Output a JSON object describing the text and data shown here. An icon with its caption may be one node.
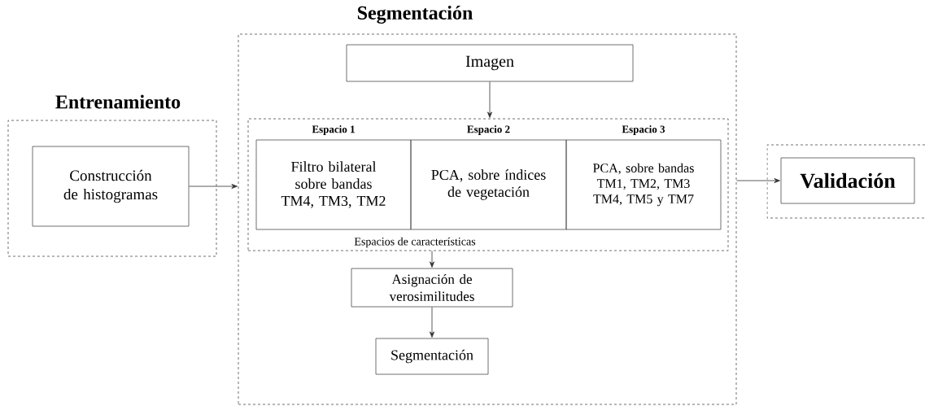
{
  "diagram": {
    "nodes": [
      {
        "text": [
          "Entrenamiento"
        ]
      },
      {
        "text": [
          "Construcción de histogramas"
        ],
        "in": 0
      },
      {
        "text": [
          "Segmentación"
        ]
      },
      {
        "text": [
          "Imagen"
        ],
        "in": 2
      },
      {
        "text": [
          "Espacios de características"
        ],
        "in": 2
      },
      {
        "text": [
          "Espacio 1",
          "Filtro bilateral sobre bandas TM4, TM3, TM2"
        ],
        "in": 4
      },
      {
        "text": [
          "Espacio 2",
          "PCA, sobre índices de vegetación"
        ],
        "in": 4
      },
      {
        "text": [
          "Espacio 3",
          "PCA, sobre bandas TM1, TM2, TM3 TM4, TM5 y TM7"
        ],
        "in": 4
      },
      {
        "text": [
          "Asignación de verosimilitudes"
        ],
        "in": 2
      },
      {
        "text": [
          "Segmentación"
        ],
        "in": 2
      },
      {
        "text": [],
        "shape": "box"
      },
      {
        "text": [
          "Validación"
        ],
        "in": 10
      }
    ],
    "edges": [
      {
        "from": 1,
        "to": 2,
        "arrow": "to"
      },
      {
        "from": 3,
        "to": 4,
        "arrow": "to"
      },
      {
        "from": 4,
        "to": 8,
        "arrow": "to"
      },
      {
        "from": 8,
        "to": 9,
        "arrow": "to"
      },
      {
        "from": 2,
        "to": 11,
        "arrow": "to"
      }
    ]
  }
}
